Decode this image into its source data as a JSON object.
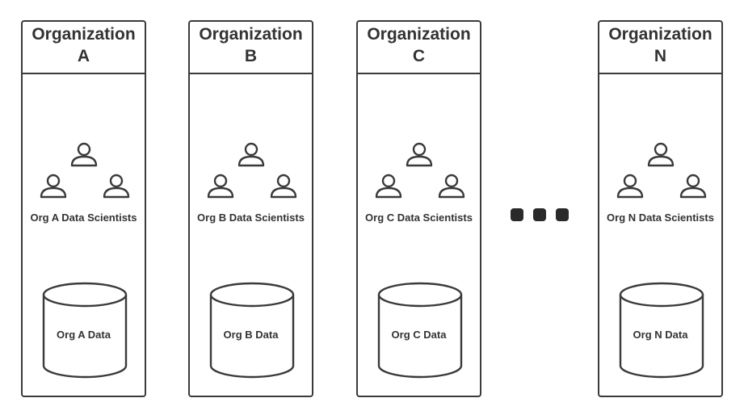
{
  "organizations": [
    {
      "title_line1": "Organization",
      "title_line2": "A",
      "scientists_label": "Org A Data Scientists",
      "data_label": "Org A Data"
    },
    {
      "title_line1": "Organization",
      "title_line2": "B",
      "scientists_label": "Org B Data Scientists",
      "data_label": "Org B Data"
    },
    {
      "title_line1": "Organization",
      "title_line2": "C",
      "scientists_label": "Org C Data Scientists",
      "data_label": "Org C Data"
    },
    {
      "title_line1": "Organization",
      "title_line2": "N",
      "scientists_label": "Org N Data Scientists",
      "data_label": "Org N Data"
    }
  ],
  "icons": {
    "person": "person-icon",
    "database": "database-icon",
    "ellipsis": "ellipsis-icon"
  },
  "colors": {
    "stroke": "#3a3a3a",
    "text": "#333333",
    "dot": "#2a2a2a"
  }
}
